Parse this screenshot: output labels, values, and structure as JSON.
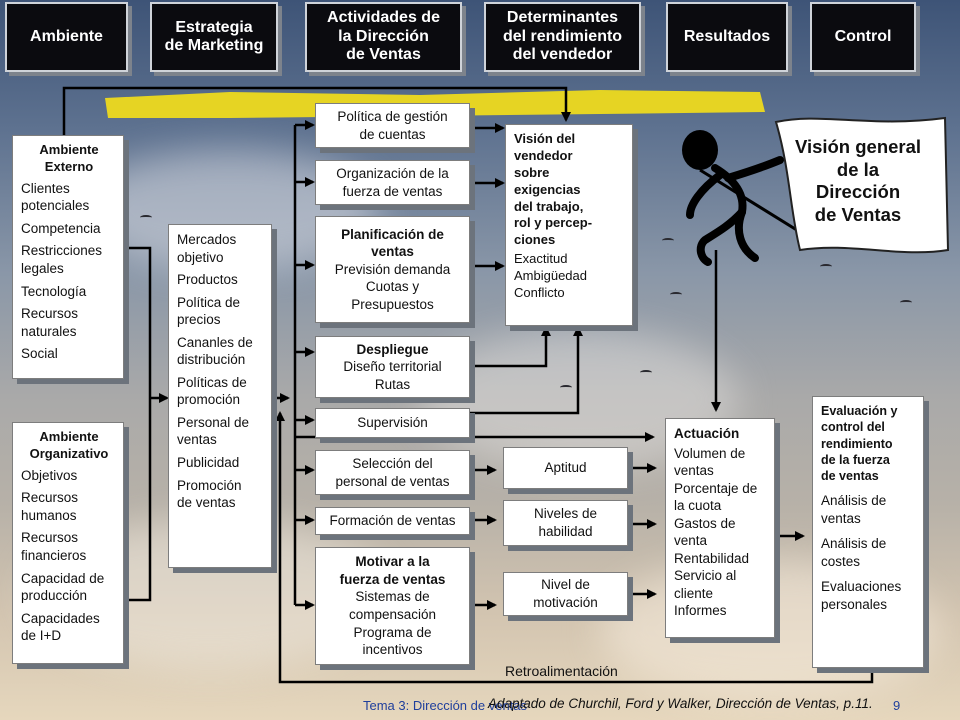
{
  "headers": [
    "Ambiente",
    "Estrategia\nde Marketing",
    "Actividades de\nla Dirección\nde Ventas",
    "Determinantes\ndel rendimiento\ndel vendedor",
    "Resultados",
    "Control"
  ],
  "ambiente_externo": {
    "title": "Ambiente\nExterno",
    "items": [
      "Clientes\n   potenciales",
      "Competencia",
      "Restricciones\n   legales",
      "Tecnología",
      "Recursos\n   naturales",
      "Social"
    ]
  },
  "ambiente_organizativo": {
    "title": "Ambiente\nOrganizativo",
    "items": [
      "Objetivos",
      "Recursos\n   humanos",
      "Recursos\n   financieros",
      "Capacidad de\n   producción",
      "Capacidades\n   de I+D"
    ]
  },
  "estrategia": {
    "items": [
      "Mercados\n   objetivo",
      "Productos",
      "Política de\n   precios",
      "Cananles de\n   distribución",
      "Políticas de\n   promoción",
      "Personal de\n   ventas",
      "Publicidad",
      "Promoción\n   de ventas"
    ]
  },
  "actividades": {
    "politica_cuentas": "Política de gestión\nde cuentas",
    "organizacion": "Organización de la\nfuerza de ventas",
    "planificacion_title": "Planificación de\nventas",
    "planificacion_body": "Previsión demanda\nCuotas y\nPresupuestos",
    "despliegue_title": "Despliegue",
    "despliegue_body": "Diseño territorial\nRutas",
    "supervision": "Supervisión",
    "seleccion": "Selección del\npersonal de ventas",
    "formacion": "Formación de ventas",
    "motivar_title": "Motivar a la\nfuerza de ventas",
    "motivar_body": "Sistemas de\ncompensación\nPrograma de\nincentivos"
  },
  "vision": {
    "title": "Visión del\n   vendedor\n   sobre\n   exigencias\n   del trabajo,\n   rol y percep-\n   ciones",
    "items": [
      "Exactitud",
      "Ambigüedad",
      "Conflicto"
    ]
  },
  "determinantes": {
    "aptitud": "Aptitud",
    "habilidad": "Niveles de\nhabilidad",
    "motivacion": "Nivel de\nmotivación"
  },
  "actuacion": {
    "title": "Actuación",
    "items": [
      "Volumen de\n   ventas",
      "Porcentaje de\n   la cuota",
      "Gastos de\n   venta",
      "Rentabilidad",
      "Servicio al\n   cliente",
      "Informes"
    ]
  },
  "evaluacion": {
    "title": "Evaluación y\n   control del\n   rendimiento\n   de la fuerza\n   de ventas",
    "items": [
      "Análisis de\n   ventas",
      "Análisis de\n   costes",
      "Evaluaciones\n   personales"
    ]
  },
  "flag_text": "Visión general\nde la\nDirección\nde Ventas",
  "retroalimentacion": "Retroalimentación",
  "footer": {
    "tema": "Tema 3: Dirección de ventas",
    "source": "Adaptado de Churchil, Ford y Walker, Dirección de Ventas, p.11.",
    "page": "9"
  },
  "colors": {
    "header_bg": "#0b0b0f",
    "footer_blue": "#1f3f9c",
    "arrow": "#000000",
    "highlighter": "#f2dd1a"
  }
}
